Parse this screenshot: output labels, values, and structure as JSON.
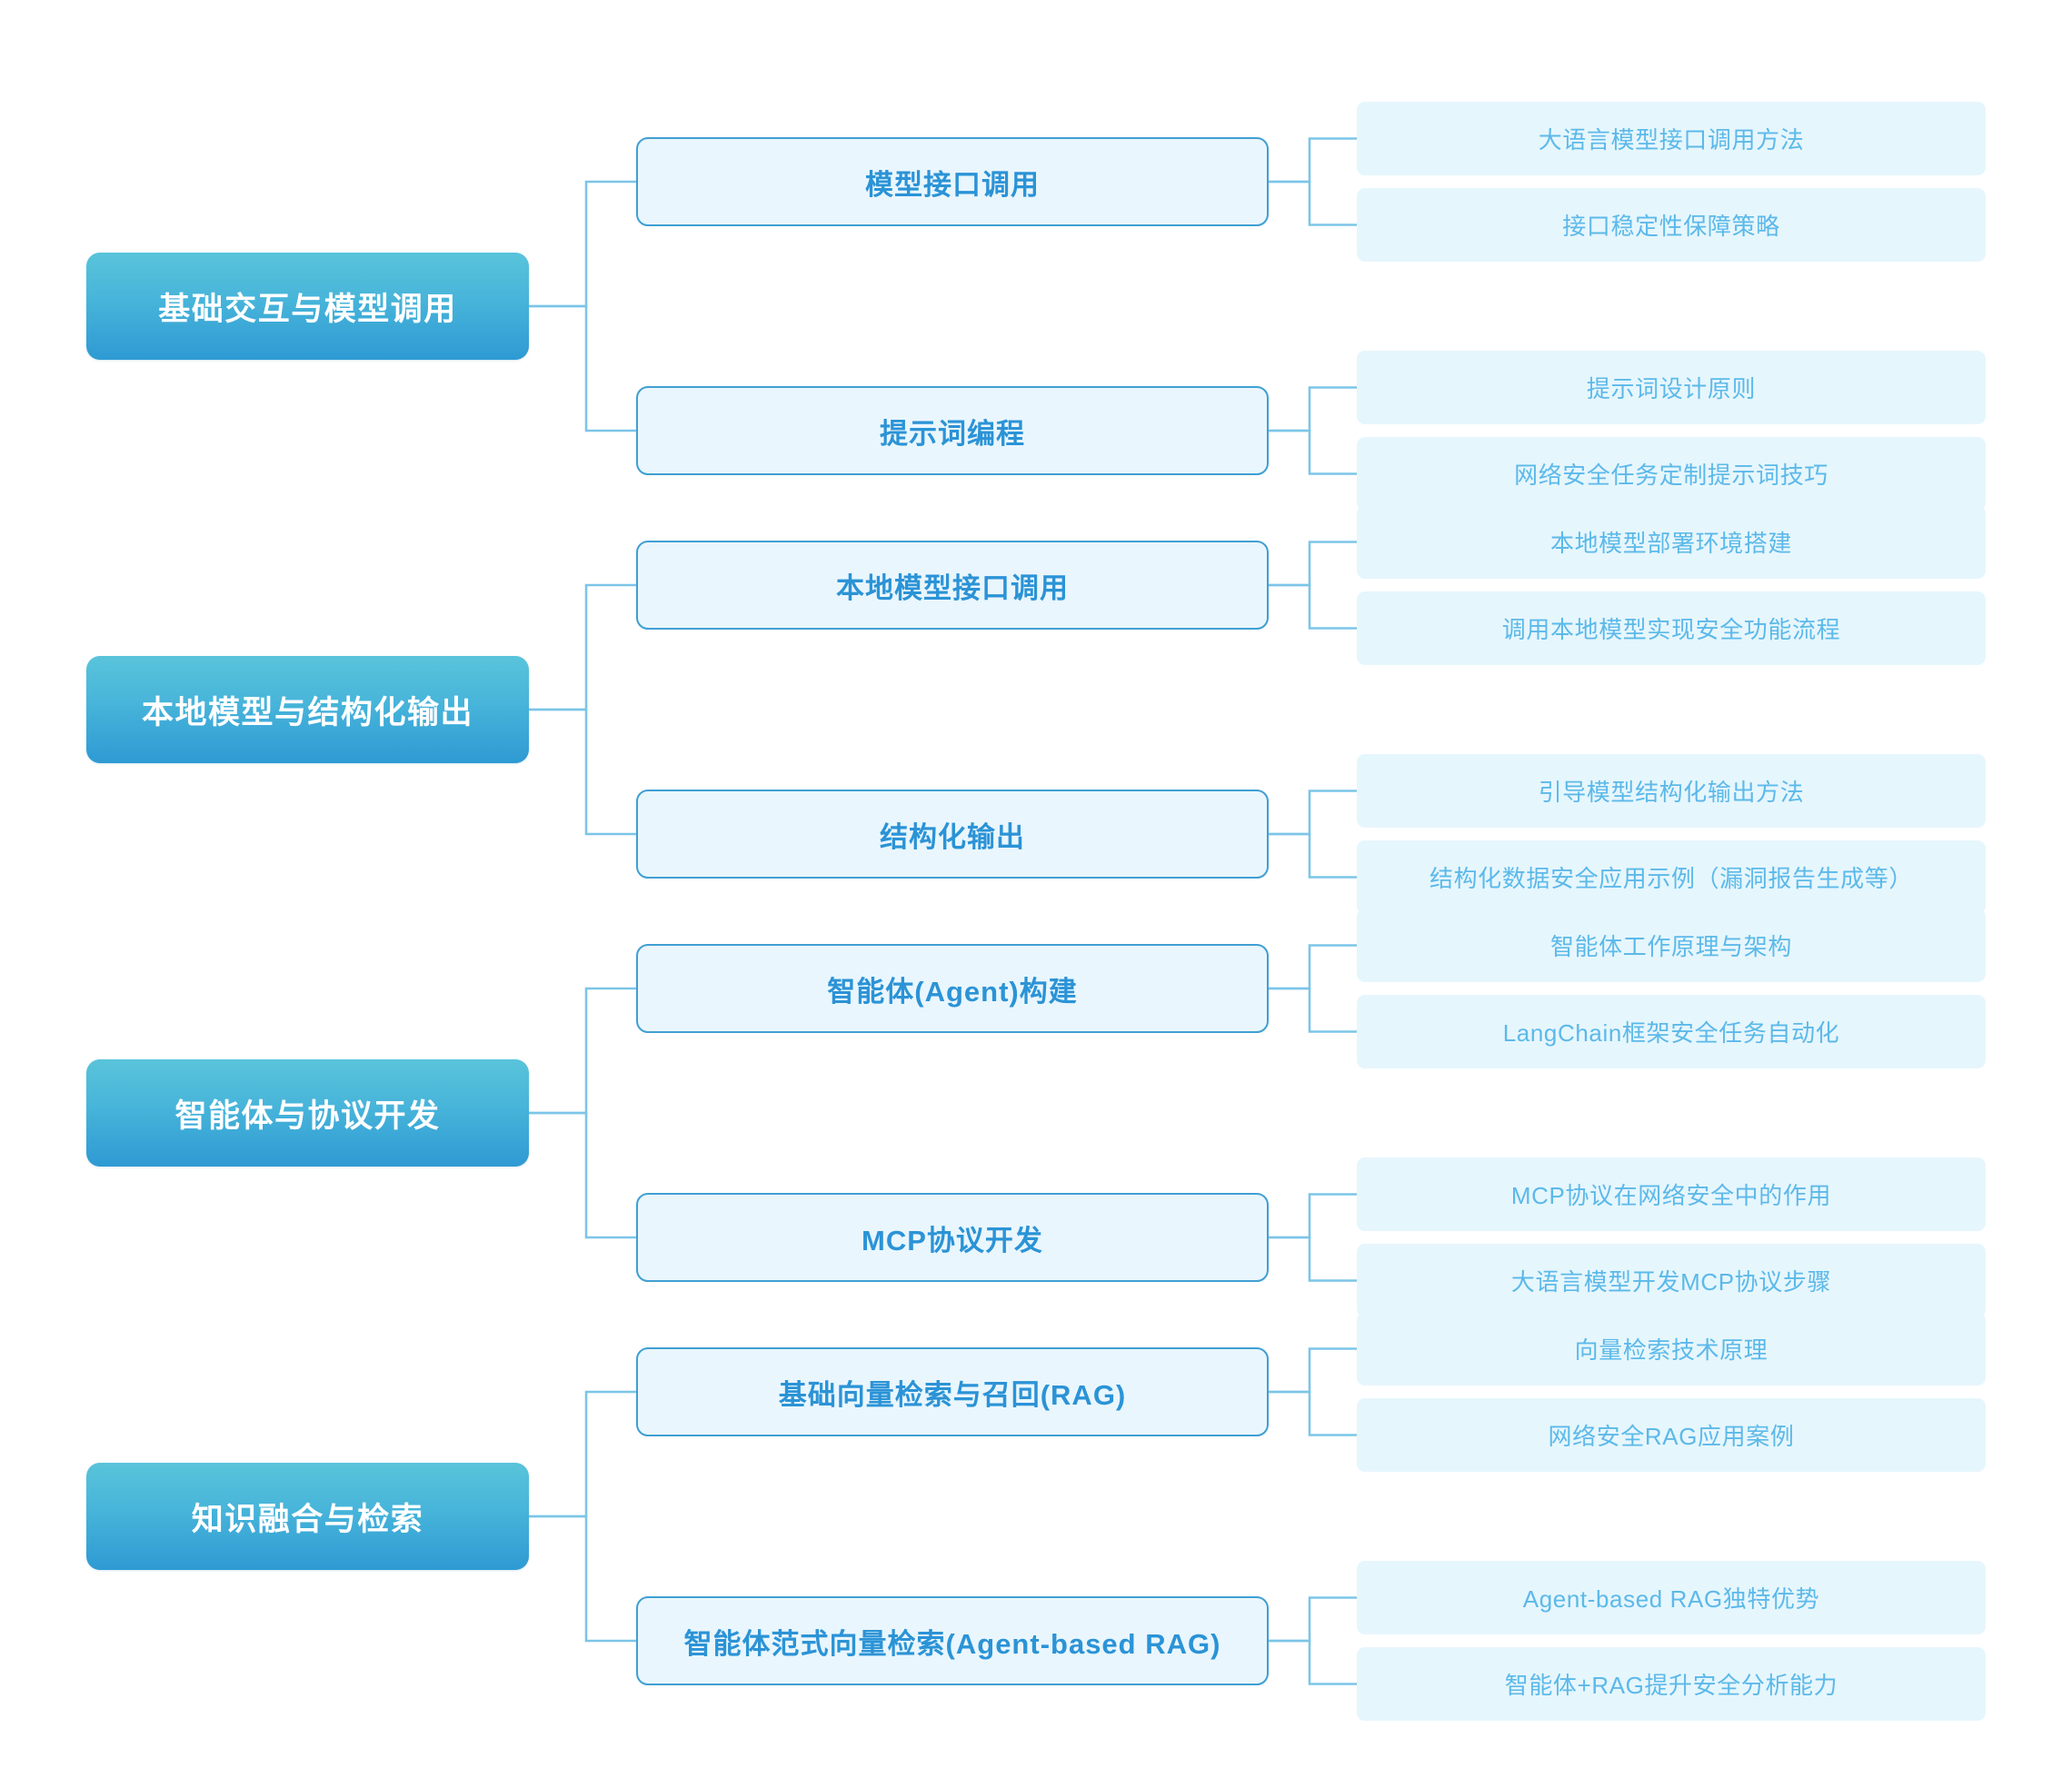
{
  "diagram": {
    "type": "mind-map",
    "orientation": "left-to-right",
    "levels": 3,
    "colors": {
      "root_gradient_start": "#59c4da",
      "root_gradient_end": "#2e9ad3",
      "root_text": "#ffffff",
      "branch_fill": "#e9f6fd",
      "branch_border": "#3f9fd3",
      "branch_text": "#2b93d6",
      "leaf_fill": "#e6f6fd",
      "leaf_text": "#5cb9e9",
      "connector": "#7cc5e8",
      "background": "#ffffff"
    },
    "groups": [
      {
        "label": "基础交互与模型调用",
        "branches": [
          {
            "label": "模型接口调用",
            "leaves": [
              "大语言模型接口调用方法",
              "接口稳定性保障策略"
            ]
          },
          {
            "label": "提示词编程",
            "leaves": [
              "提示词设计原则",
              "网络安全任务定制提示词技巧"
            ]
          }
        ]
      },
      {
        "label": "本地模型与结构化输出",
        "branches": [
          {
            "label": "本地模型接口调用",
            "leaves": [
              "本地模型部署环境搭建",
              "调用本地模型实现安全功能流程"
            ]
          },
          {
            "label": "结构化输出",
            "leaves": [
              "引导模型结构化输出方法",
              "结构化数据安全应用示例（漏洞报告生成等）"
            ]
          }
        ]
      },
      {
        "label": "智能体与协议开发",
        "branches": [
          {
            "label": "智能体(Agent)构建",
            "leaves": [
              "智能体工作原理与架构",
              "LangChain框架安全任务自动化"
            ]
          },
          {
            "label": "MCP协议开发",
            "leaves": [
              "MCP协议在网络安全中的作用",
              "大语言模型开发MCP协议步骤"
            ]
          }
        ]
      },
      {
        "label": "知识融合与检索",
        "branches": [
          {
            "label": "基础向量检索与召回(RAG)",
            "leaves": [
              "向量检索技术原理",
              "网络安全RAG应用案例"
            ]
          },
          {
            "label": "智能体范式向量检索(Agent-based RAG)",
            "leaves": [
              "Agent-based RAG独特优势",
              "智能体+RAG提升安全分析能力"
            ]
          }
        ]
      }
    ]
  }
}
